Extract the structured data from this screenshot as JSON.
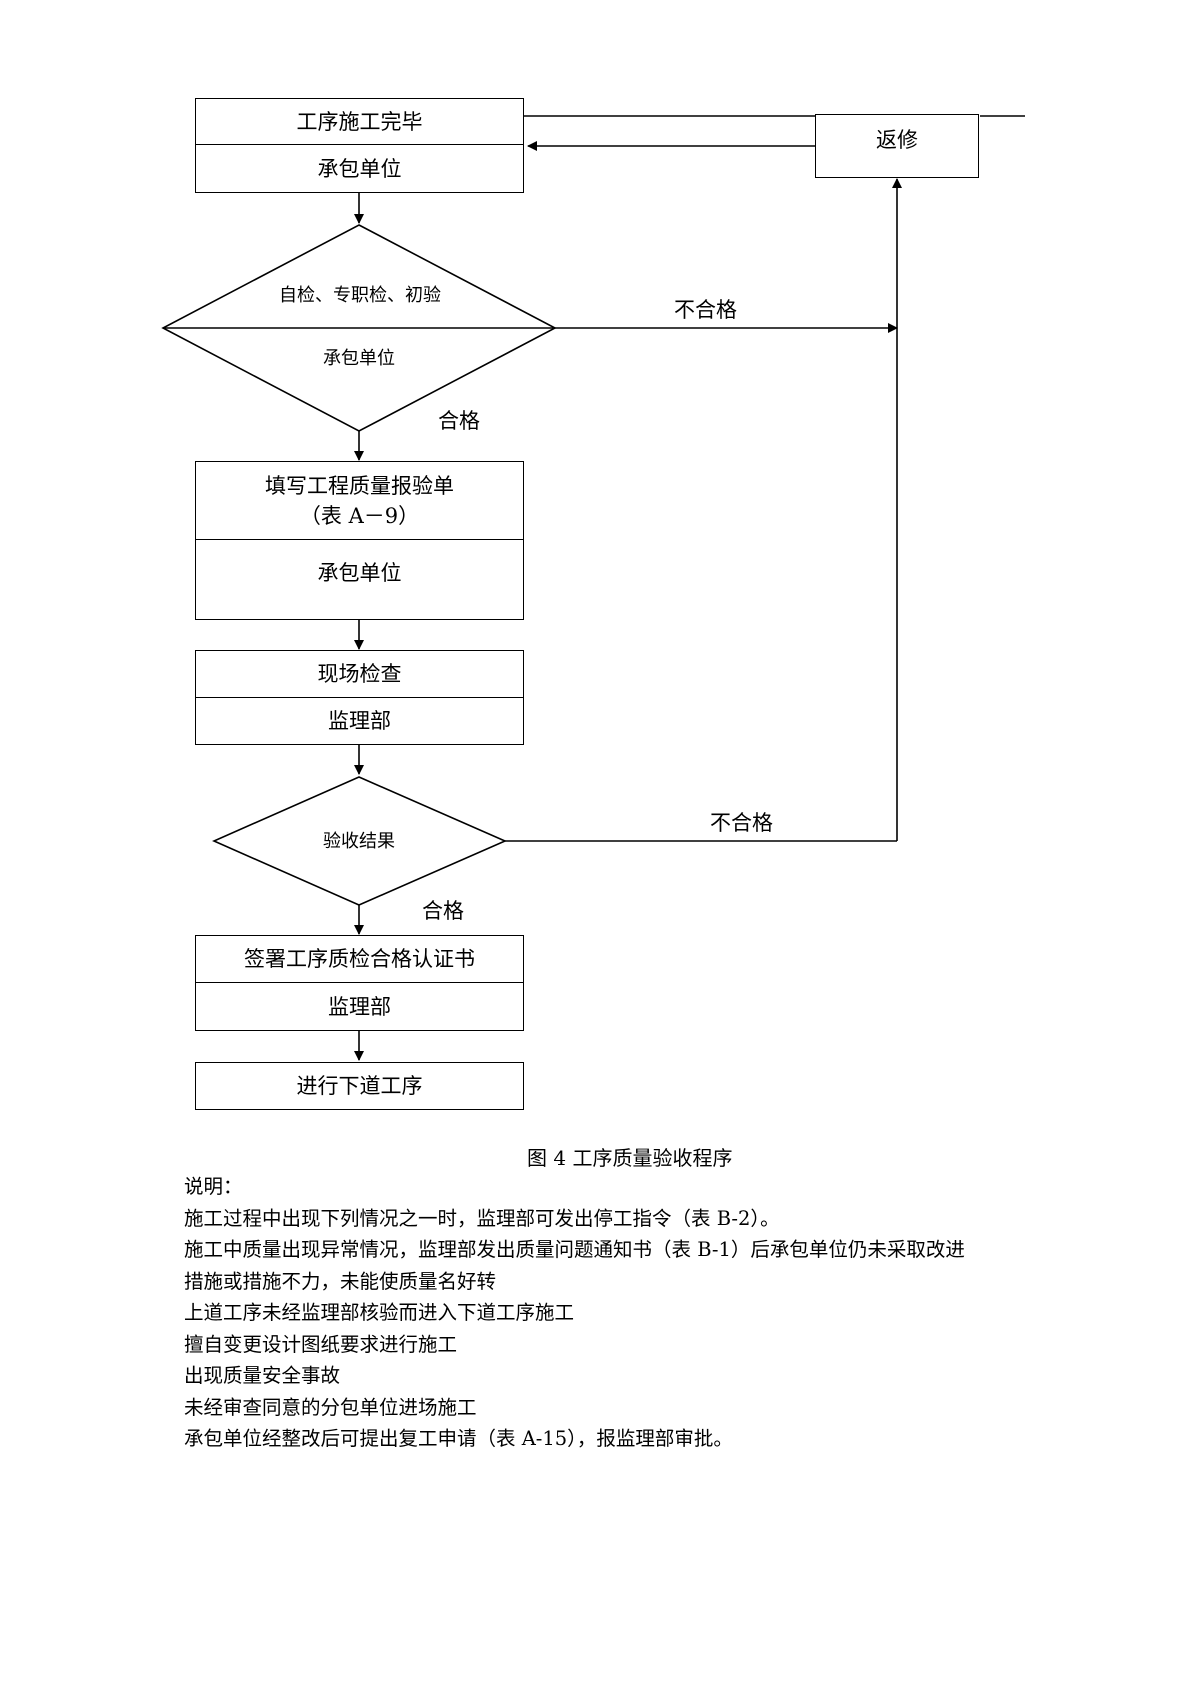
{
  "flowchart": {
    "step1": {
      "title": "工序施工完毕",
      "actor": "承包单位"
    },
    "decision1": {
      "title": "自检、专职检、初验",
      "actor": "承包单位"
    },
    "rework": "返修",
    "fail_label_1": "不合格",
    "pass_label_1": "合格",
    "step2": {
      "title_line1": "填写工程质量报验单",
      "title_line2": "（表 A－9）",
      "actor": "承包单位"
    },
    "step3": {
      "title": "现场检查",
      "actor": "监理部"
    },
    "decision2": {
      "title": "验收结果"
    },
    "fail_label_2": "不合格",
    "pass_label_2": "合格",
    "step4": {
      "title": "签署工序质检合格认证书",
      "actor": "监理部"
    },
    "step5": {
      "title": "进行下道工序"
    }
  },
  "caption": "图 4  工序质量验收程序",
  "notes": {
    "heading": "说明：",
    "lines": [
      "施工过程中出现下列情况之一时，监理部可发出停工指令（表 B-2）。",
      "施工中质量出现异常情况，监理部发出质量问题通知书（表 B-1）后承包单位仍未采取改进",
      "措施或措施不力，未能使质量名好转",
      "上道工序未经监理部核验而进入下道工序施工",
      "擅自变更设计图纸要求进行施工",
      "出现质量安全事故",
      "未经审查同意的分包单位进场施工",
      "承包单位经整改后可提出复工申请（表 A-15），报监理部审批。"
    ]
  }
}
